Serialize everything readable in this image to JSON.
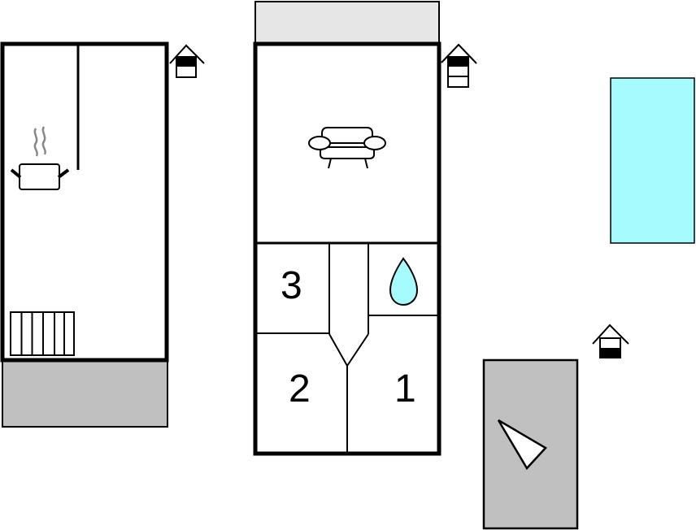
{
  "diagram": {
    "type": "floor-plan",
    "colors": {
      "wall": "#000000",
      "terrace_gray": "#c0c0c0",
      "covered_light_gray": "#e6e6e6",
      "pool_cyan": "#a6fbff",
      "water_drop": "#a6fbff"
    },
    "buildings": [
      {
        "id": "left-building",
        "rooms": [
          "kitchen",
          "entrance-area"
        ],
        "icons": [
          "cooking-pot-icon",
          "radiator-icon",
          "floor-level-icon"
        ],
        "attached": "gray-terrace"
      },
      {
        "id": "center-building",
        "rooms": [
          "living-room",
          "bedroom-3",
          "hallway",
          "bathroom",
          "bedroom-2",
          "bedroom-1"
        ],
        "icons": [
          "sofa-icon",
          "water-drop-icon",
          "floor-level-icon"
        ],
        "attached": "covered-terrace"
      }
    ],
    "room_labels": {
      "bedroom_3": "3",
      "bedroom_2": "2",
      "bedroom_1": "1"
    },
    "outdoor": {
      "pool": "swimming-pool",
      "sail_terrace": "terrace-with-sunshade",
      "floor_indicator": "floor-level-icon"
    }
  }
}
